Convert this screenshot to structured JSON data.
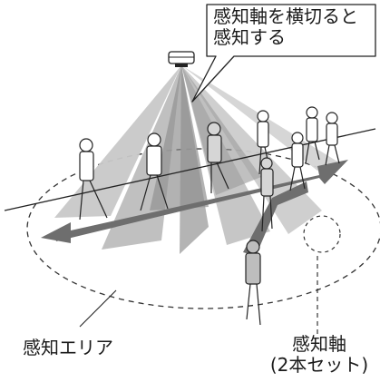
{
  "callout": {
    "line1": "感知軸を横切ると",
    "line2": "感知する"
  },
  "labels": {
    "detection_area": "感知エリア",
    "detection_axis_line1": "感知軸",
    "detection_axis_line2": "(2本セット)"
  },
  "colors": {
    "ink": "#1a1a1a",
    "beam_dark": "#8c8c8c",
    "beam_light": "#c9c9c9",
    "arrow": "#6e6e6e",
    "person_light": "#bdbdbd",
    "person_dark": "#8a8a8a"
  },
  "icons": {
    "sensor": "ceiling-sensor-icon",
    "pedestrian": "walking-person-icon"
  }
}
